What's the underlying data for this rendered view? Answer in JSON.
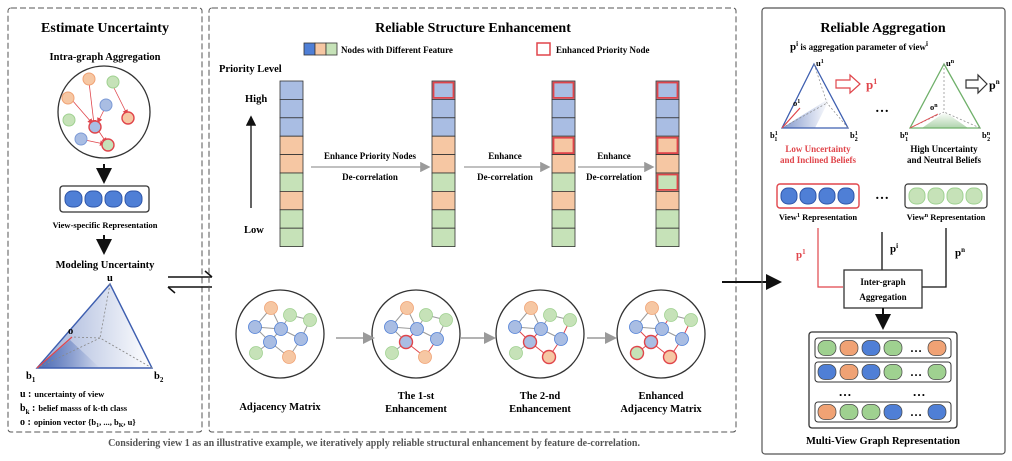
{
  "colors": {
    "blue": "#a9bde3",
    "orange": "#f6c7a3",
    "green": "#c6e2b8",
    "blue_dark": "#4f7fd6",
    "orange_dark": "#f0a274",
    "green_dark": "#9fd190",
    "red": "#e0454b",
    "triangle_blue": "#3e5fb0",
    "triangle_green": "#6fb06a",
    "arrow_gray": "#999999",
    "panel_border": "#555555"
  },
  "estimate": {
    "title": "Estimate Uncertainty",
    "intra": "Intra-graph Aggregation",
    "view_repr": "View-specific Representation",
    "modeling": "Modeling Uncertainty",
    "tri_u": "u",
    "tri_o": "o",
    "tri_b1": "b",
    "tri_b1_sub": "1",
    "tri_b2": "b",
    "tri_b2_sub": "2",
    "legend_u_key": "u :",
    "legend_u": "uncertainty of view",
    "legend_b_key": "b",
    "legend_b_sub": "k",
    "legend_b_colon": " :",
    "legend_b": "belief masss of k-th class",
    "legend_o_key": "o :",
    "legend_o": "opinion vector {b",
    "legend_o_sub1": "1",
    "legend_o_mid": ", ..., b",
    "legend_o_sub2": "K",
    "legend_o_end": ", u}"
  },
  "rse": {
    "title": "Reliable Structure Enhancement",
    "legend_nodes": "Nodes with Different Feature",
    "legend_priority": "Enhanced Priority Node",
    "priority_level": "Priority Level",
    "high": "High",
    "low": "Low",
    "step1_a": "Enhance Priority Nodes",
    "step1_b": "De-correlation",
    "step2_a": "Enhance",
    "step2_b": "De-correlation",
    "step3_a": "Enhance",
    "step3_b": "De-correlation",
    "graph_labels": [
      [
        "Adjacency Matrix",
        ""
      ],
      [
        "The 1-st",
        "Enhancement"
      ],
      [
        "The 2-nd",
        "Enhancement"
      ],
      [
        "Enhanced",
        "Adjacency Matrix"
      ]
    ],
    "stacks": [
      [
        "blue",
        "blue",
        "blue",
        "orange",
        "orange",
        "green",
        "orange",
        "green",
        "green"
      ],
      [
        "blue",
        "blue",
        "blue",
        "orange",
        "orange",
        "green",
        "orange",
        "green",
        "green"
      ],
      [
        "blue",
        "blue",
        "blue",
        "orange",
        "orange",
        "green",
        "orange",
        "green",
        "green"
      ],
      [
        "blue",
        "blue",
        "blue",
        "orange",
        "orange",
        "green",
        "orange",
        "green",
        "green"
      ]
    ],
    "highlights": [
      [],
      [
        0
      ],
      [
        0,
        3
      ],
      [
        0,
        3,
        5
      ]
    ]
  },
  "caption": "Considering view 1 as an illustrative example, we iteratively apply reliable structural enhancement by feature de-correlation.",
  "agg": {
    "title": "Reliable Aggregation",
    "param_p": "p",
    "param_sup": "i",
    "param_text": " is aggregation parameter of view",
    "param_sup2": "i",
    "tri1_u": "u",
    "tri1_u_sup": "1",
    "tri1_o": "o",
    "tri1_o_sup": "1",
    "tri1_b1": "b",
    "tri1_b1_sup": "1",
    "tri1_b1_sub": "1",
    "tri1_b2": "b",
    "tri1_b2_sup": "1",
    "tri1_b2_sub": "2",
    "p1": "p",
    "p1_sup": "1",
    "tri2_u": "u",
    "tri2_u_sup": "n",
    "tri2_o": "o",
    "tri2_o_sup": "n",
    "tri2_b1": "b",
    "tri2_b1_sup": "n",
    "tri2_b1_sub": "1",
    "tri2_b2": "b",
    "tri2_b2_sup": "n",
    "tri2_b2_sub": "2",
    "pn": "p",
    "pn_sup": "n",
    "dots": "…",
    "low_a": "Low Uncertainty",
    "low_b": "and Inclined Beliefs",
    "high_a": "High Uncertainty",
    "high_b": "and Neutral Beliefs",
    "view1": "View",
    "view1_sup": "1",
    "view1_end": " Representation",
    "viewn": "View",
    "viewn_sup": "n",
    "viewn_end": " Representation",
    "lp1": "p",
    "lp1_sup": "1",
    "lpi": "p",
    "lpi_sup": "i",
    "lpn": "p",
    "lpn_sup": "n",
    "inter_a": "Inter-graph",
    "inter_b": "Aggregation",
    "multi": "Multi-View Graph Representation",
    "rows": [
      [
        "green",
        "orange",
        "blue",
        "green",
        "dots",
        "orange"
      ],
      [
        "blue",
        "orange",
        "blue",
        "green",
        "dots",
        "green"
      ],
      [
        "dots",
        "",
        "",
        "dots",
        "",
        ""
      ],
      [
        "orange",
        "green",
        "green",
        "blue",
        "dots",
        "blue"
      ]
    ]
  }
}
